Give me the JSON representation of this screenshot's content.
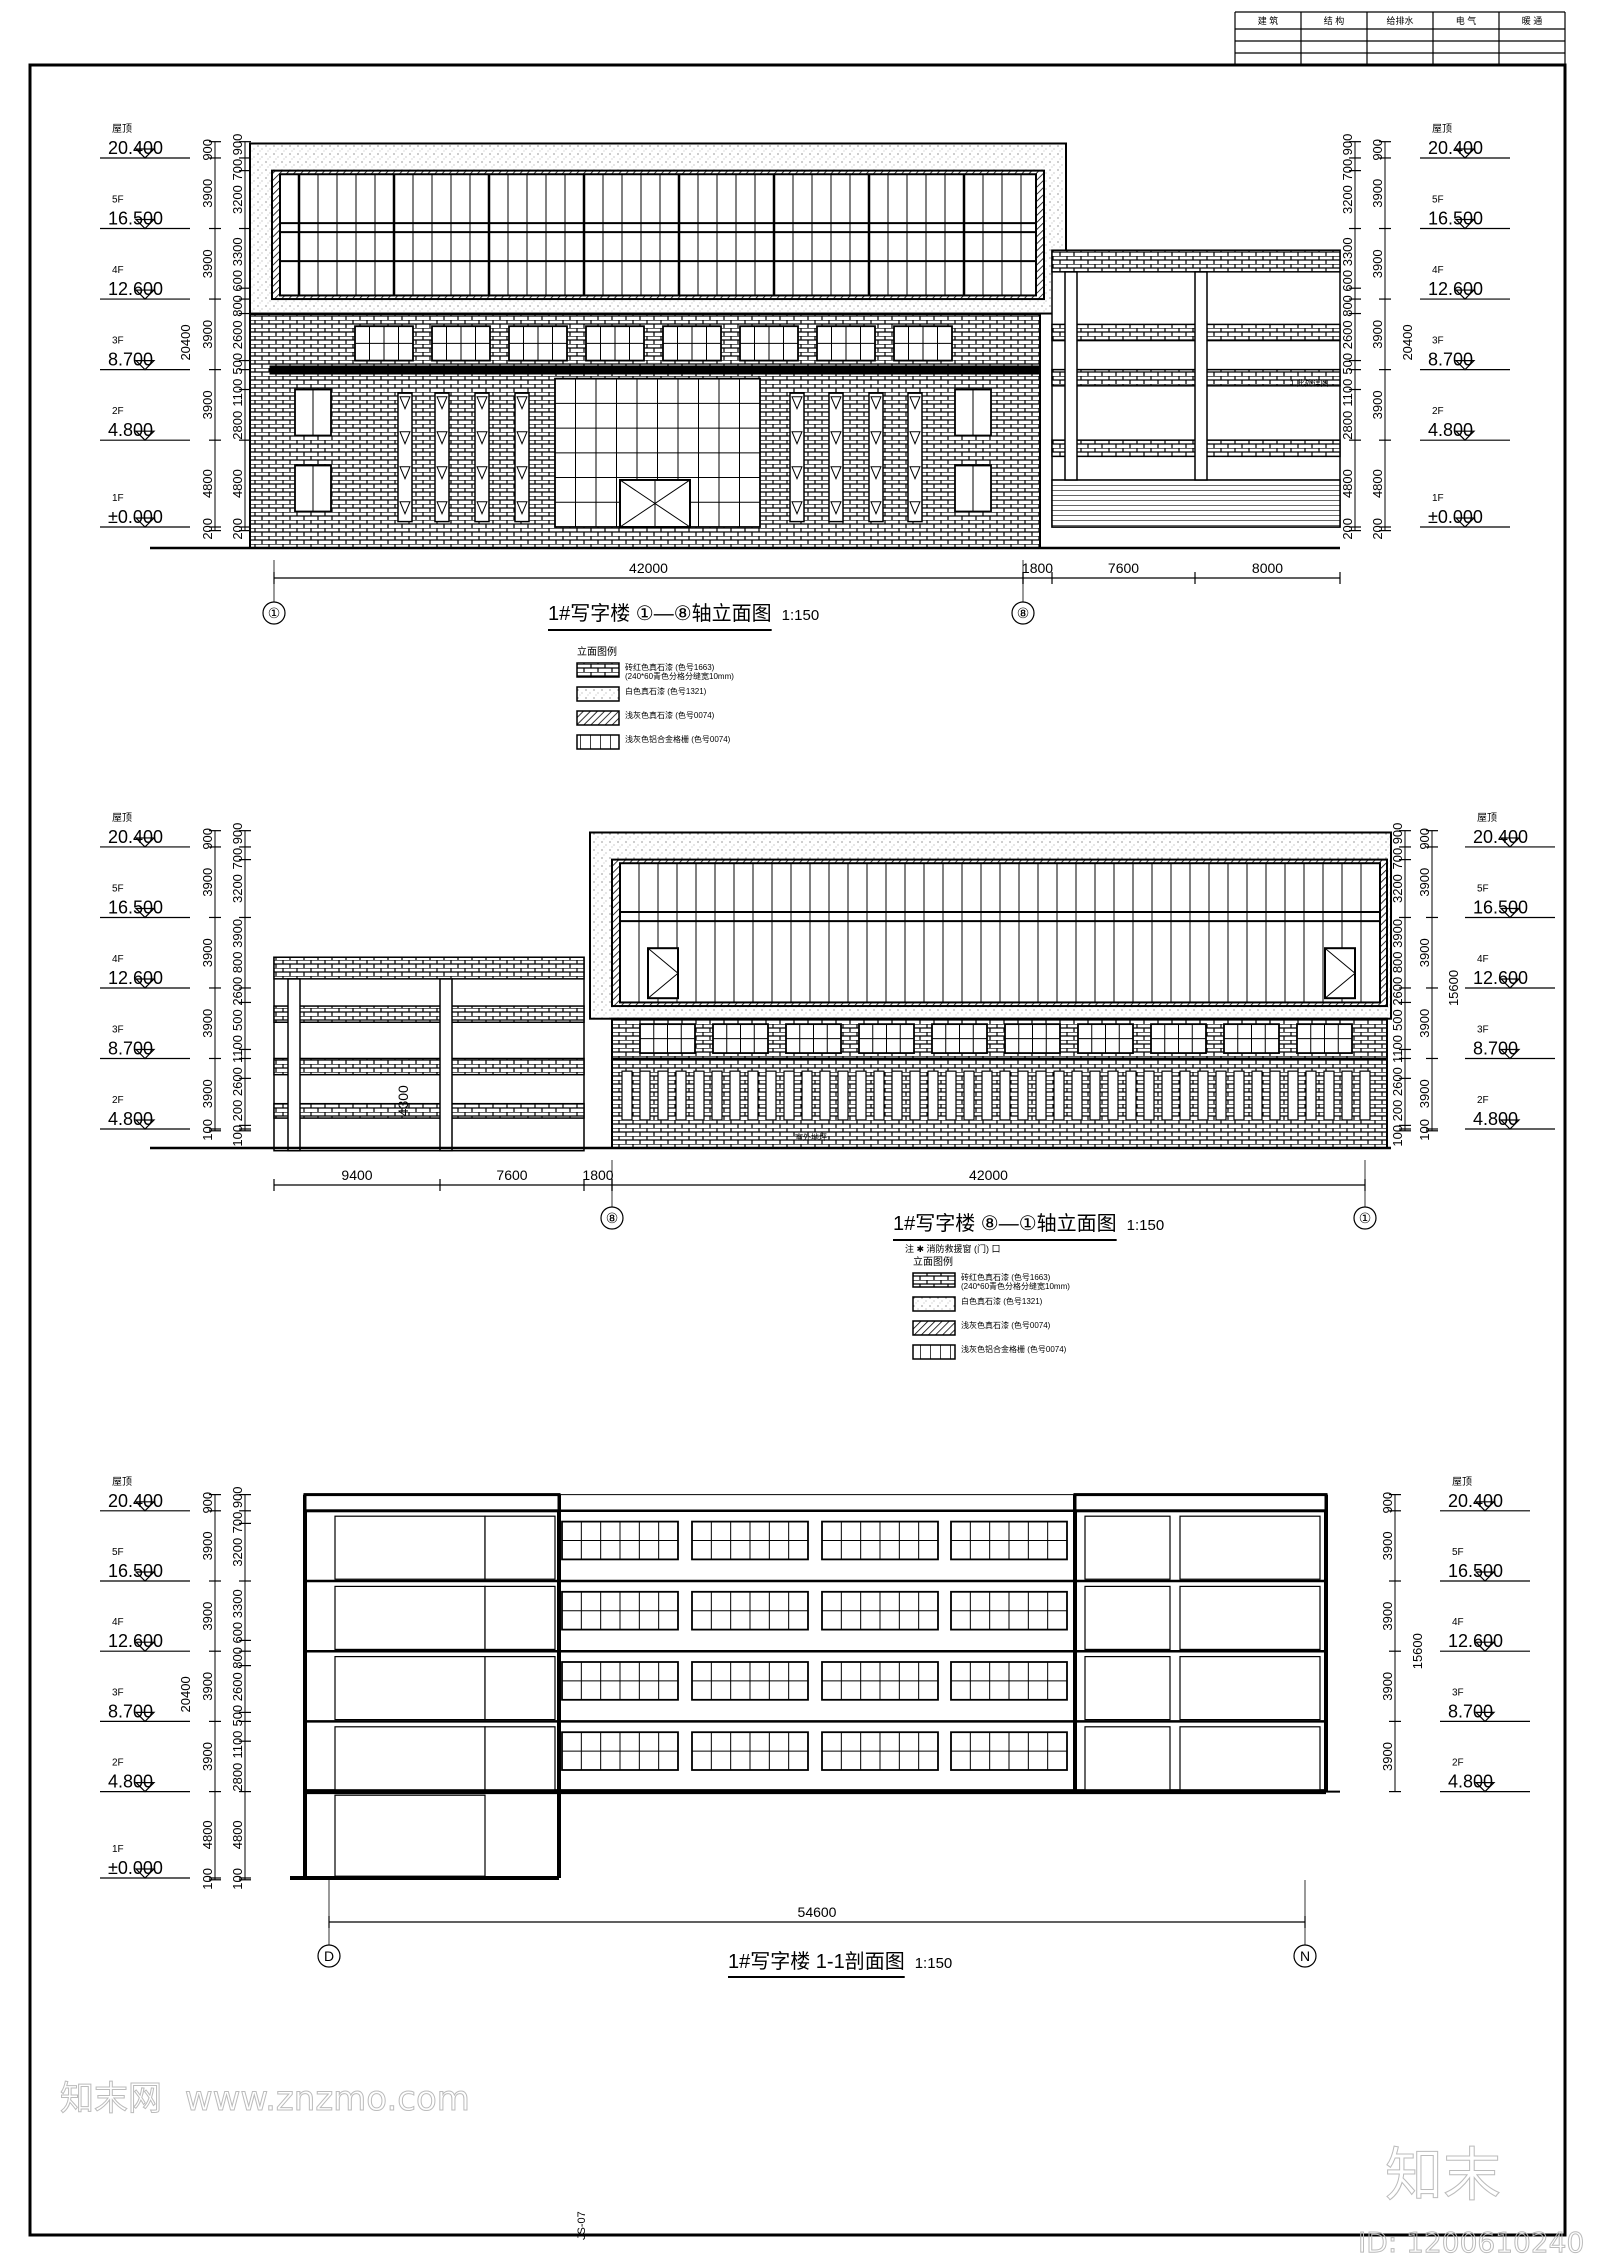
{
  "title_block": {
    "headers": [
      "建 筑",
      "结 构",
      "给排水",
      "电 气",
      "暖 通"
    ]
  },
  "levels": [
    {
      "floor": "屋顶",
      "elev": "20.400"
    },
    {
      "floor": "5F",
      "elev": "16.500"
    },
    {
      "floor": "4F",
      "elev": "12.600"
    },
    {
      "floor": "3F",
      "elev": "8.700"
    },
    {
      "floor": "2F",
      "elev": "4.800"
    },
    {
      "floor": "1F",
      "elev": "±0.000"
    }
  ],
  "elevation_1": {
    "title": "1#写字楼 ①—⑧轴立面图",
    "scale": "1:150",
    "axes": [
      "①",
      "⑧"
    ],
    "dims_bottom": [
      "42000",
      "1800",
      "7600",
      "8000"
    ],
    "dims_floor": [
      "900",
      "3900",
      "3900",
      "3900",
      "3900",
      "4800",
      "200"
    ],
    "dims_detail": [
      "900",
      "700",
      "3200",
      "3300",
      "600",
      "800",
      "2600",
      "500",
      "1100",
      "2800",
      "4800",
      "200"
    ],
    "total": "20400",
    "annex_note": "1.此处详图"
  },
  "elevation_2": {
    "title": "1#写字楼 ⑧—①轴立面图",
    "scale": "1:150",
    "note": "注 ✱ 消防救援窗 (门) 口",
    "axes": [
      "⑧",
      "①"
    ],
    "dims_bottom": [
      "9400",
      "7600",
      "1800",
      "42000"
    ],
    "dims_floor": [
      "900",
      "3900",
      "3900",
      "3900",
      "3900",
      "100"
    ],
    "dims_detail": [
      "900",
      "700",
      "3200",
      "3900",
      "800",
      "2600",
      "500",
      "1100",
      "2600",
      "200",
      "100"
    ],
    "total": "15600",
    "left_dim": "4300",
    "ground_note": "室外地坪"
  },
  "section_1": {
    "title": "1#写字楼 1-1剖面图",
    "scale": "1:150",
    "axes": [
      "D",
      "N"
    ],
    "dims_bottom": [
      "54600"
    ],
    "dims_floor": [
      "900",
      "3900",
      "3900",
      "3900",
      "3900",
      "4800",
      "100"
    ],
    "dims_detail": [
      "900",
      "700",
      "3200",
      "3300",
      "600",
      "800",
      "2600",
      "500",
      "1100",
      "2800",
      "4800",
      "100"
    ],
    "total": "20400",
    "right_total": "15600"
  },
  "legend": {
    "heading": "立面图例",
    "items": [
      {
        "pattern": "brick",
        "text": "砖红色真石漆 (色号1663)",
        "text2": "(240*60青色分格分缝宽10mm)"
      },
      {
        "pattern": "dots",
        "text": "白色真石漆 (色号1321)"
      },
      {
        "pattern": "hatch",
        "text": "浅灰色真石漆 (色号0074)"
      },
      {
        "pattern": "grille",
        "text": "浅灰色铝合金格栅 (色号0074)"
      }
    ]
  },
  "sheet_stamp": "JS-07",
  "watermark": {
    "logo": "知末",
    "id": "ID: 1200610240",
    "site": "www.znzmo.com",
    "brand": "知末网"
  },
  "colors": {
    "line": "#000000",
    "watermark": "#bbbbbb"
  }
}
